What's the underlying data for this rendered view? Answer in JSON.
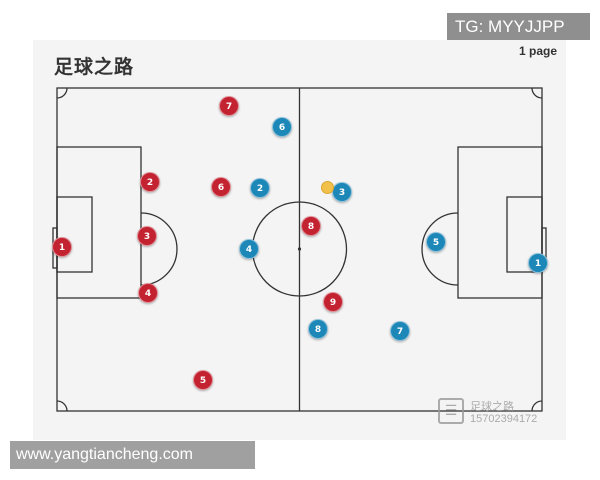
{
  "watermark_tg": "TG: MYYJJPP",
  "card": {
    "title": "足球之路",
    "page_label": "1 page"
  },
  "players": {
    "red": [
      {
        "number": "7"
      },
      {
        "number": "2"
      },
      {
        "number": "6"
      },
      {
        "number": "3"
      },
      {
        "number": "1"
      },
      {
        "number": "4"
      },
      {
        "number": "8"
      },
      {
        "number": "9"
      },
      {
        "number": "5"
      }
    ],
    "blue": [
      {
        "number": "6"
      },
      {
        "number": "2"
      },
      {
        "number": "3"
      },
      {
        "number": "4"
      },
      {
        "number": "5"
      },
      {
        "number": "1"
      },
      {
        "number": "8"
      },
      {
        "number": "7"
      }
    ]
  },
  "logo_watermark": {
    "icon": "document-icon",
    "text": "足球之路 15702394172"
  },
  "colors": {
    "red_team": "#c32231",
    "blue_team": "#1d87b8",
    "ball": "#f2c14a"
  },
  "url_watermark": "www.yangtiancheng.com"
}
